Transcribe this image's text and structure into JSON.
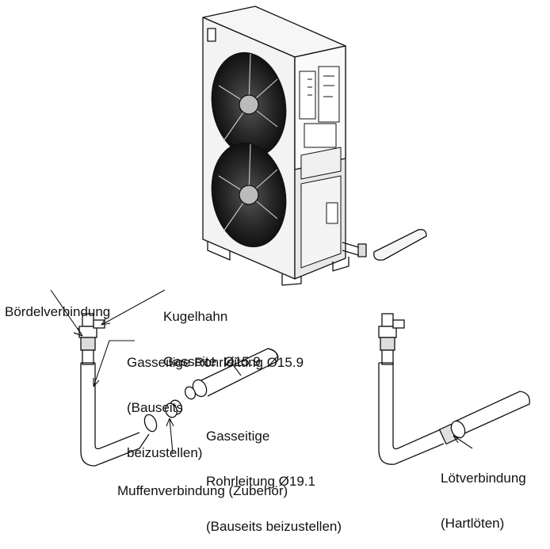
{
  "labels": {
    "flare": "Bördelverbindung",
    "ball_valve_line1": "Kugelhahn",
    "ball_valve_line2": "Gasseite  Ø15.9",
    "gas_pipe_159_line1": "Gasseitige Rohrleitung Ø15.9",
    "gas_pipe_159_line2": "(Bauseits",
    "gas_pipe_159_line3": "beizustellen)",
    "gas_pipe_191_line1": "Gasseitige",
    "gas_pipe_191_line2": "Rohrleitung Ø19.1",
    "gas_pipe_191_line3": "(Bauseits beizustellen)",
    "socket": "Muffenverbindung (Zubehör)",
    "brazed_line1": "Lötverbindung",
    "brazed_line2": "(Hartlöten)"
  },
  "colors": {
    "line": "#111111",
    "unit_body": "#f3f3f3",
    "unit_shade": "#dcdcdc",
    "fan_dark": "#2a2a2a",
    "background": "#ffffff"
  }
}
